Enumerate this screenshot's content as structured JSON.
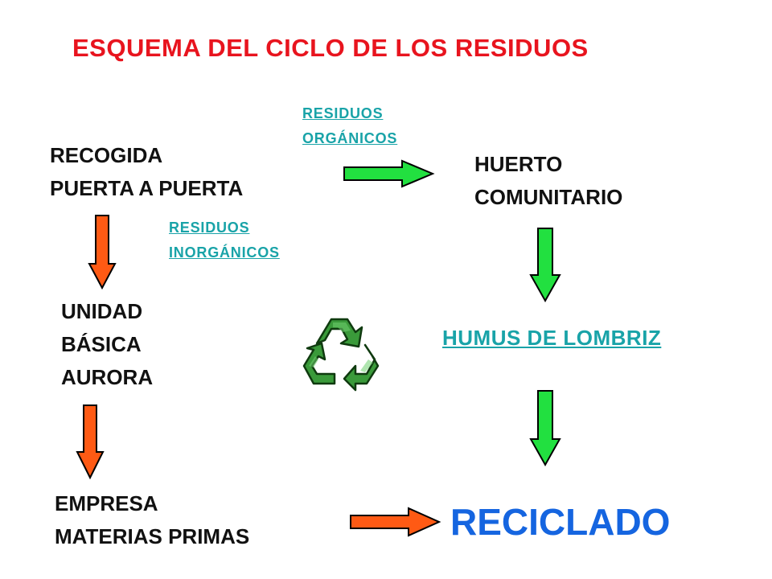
{
  "title": "ESQUEMA DEL CICLO DE LOS RESIDUOS",
  "nodes": {
    "recogida": "RECOGIDA\nPUERTA A PUERTA",
    "huerto": "HUERTO\nCOMUNITARIO",
    "unidad": "UNIDAD\nBÁSICA\nAURORA",
    "empresa": "EMPRESA\nMATERIAS PRIMAS",
    "humus": "HUMUS DE LOMBRIZ",
    "reciclado": "RECICLADO"
  },
  "links": {
    "organicos": "RESIDUOS\nORGÁNICOS",
    "inorganicos": "RESIDUOS\nINORGÁNICOS"
  },
  "icons": {
    "recycle": "recycle-icon"
  },
  "colors": {
    "title": "#e8141e",
    "link": "#19a3a8",
    "reciclado": "#1565e0",
    "arrow_orange": "#ff5a14",
    "arrow_green": "#22e040",
    "recycle_green": "#3a9a3a"
  }
}
